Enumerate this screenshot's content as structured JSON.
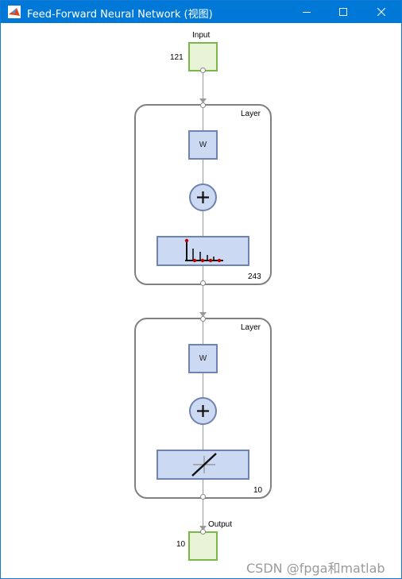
{
  "window": {
    "title": "Feed-Forward Neural Network (视图)",
    "accent_color": "#0078d7",
    "controls": {
      "minimize_icon": "minimize-icon",
      "maximize_icon": "maximize-icon",
      "close_icon": "close-icon"
    }
  },
  "network": {
    "input": {
      "label": "Input",
      "size": "121"
    },
    "layers": [
      {
        "label": "Layer",
        "weight_label": "W",
        "transfer": "tansig-icon",
        "size": "243"
      },
      {
        "label": "Layer",
        "weight_label": "W",
        "transfer": "purelin-icon",
        "size": "10"
      }
    ],
    "output": {
      "label": "Output",
      "size": "10"
    }
  },
  "watermark": "CSDN @fpga和matlab"
}
